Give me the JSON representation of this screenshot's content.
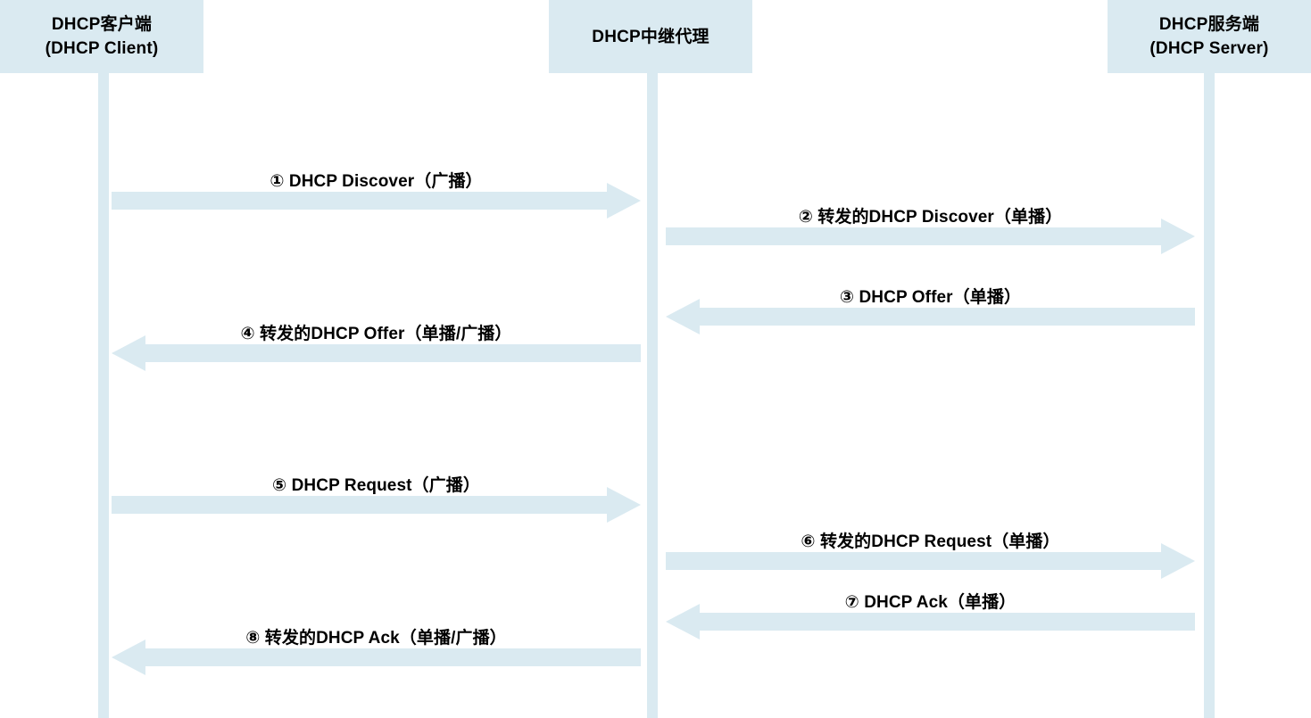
{
  "diagram": {
    "title": "DHCP Relay Agent Sequence Diagram",
    "colors": {
      "actor_box": "#daeaf1",
      "lifeline": "#daeaf1",
      "arrow": "#daeaf1",
      "text": "#000000",
      "background": "#ffffff"
    },
    "actors": [
      {
        "id": "client",
        "line1": "DHCP客户端",
        "line2": "(DHCP Client)"
      },
      {
        "id": "relay",
        "line1": "DHCP中继代理",
        "line2": ""
      },
      {
        "id": "server",
        "line1": "DHCP服务端",
        "line2": "(DHCP Server)"
      }
    ],
    "messages": [
      {
        "number": "①",
        "label": "① DHCP Discover（广播）",
        "from": "client",
        "to": "relay",
        "direction": "right",
        "cast": "广播"
      },
      {
        "number": "②",
        "label": "② 转发的DHCP Discover（单播）",
        "from": "relay",
        "to": "server",
        "direction": "right",
        "cast": "单播"
      },
      {
        "number": "③",
        "label": "③ DHCP Offer（单播）",
        "from": "server",
        "to": "relay",
        "direction": "left",
        "cast": "单播"
      },
      {
        "number": "④",
        "label": "④ 转发的DHCP Offer（单播/广播）",
        "from": "relay",
        "to": "client",
        "direction": "left",
        "cast": "单播/广播"
      },
      {
        "number": "⑤",
        "label": "⑤ DHCP Request（广播）",
        "from": "client",
        "to": "relay",
        "direction": "right",
        "cast": "广播"
      },
      {
        "number": "⑥",
        "label": "⑥ 转发的DHCP Request（单播）",
        "from": "relay",
        "to": "server",
        "direction": "right",
        "cast": "单播"
      },
      {
        "number": "⑦",
        "label": "⑦ DHCP Ack（单播）",
        "from": "server",
        "to": "relay",
        "direction": "left",
        "cast": "单播"
      },
      {
        "number": "⑧",
        "label": "⑧ 转发的DHCP Ack（单播/广播）",
        "from": "relay",
        "to": "client",
        "direction": "left",
        "cast": "单播/广播"
      }
    ]
  }
}
